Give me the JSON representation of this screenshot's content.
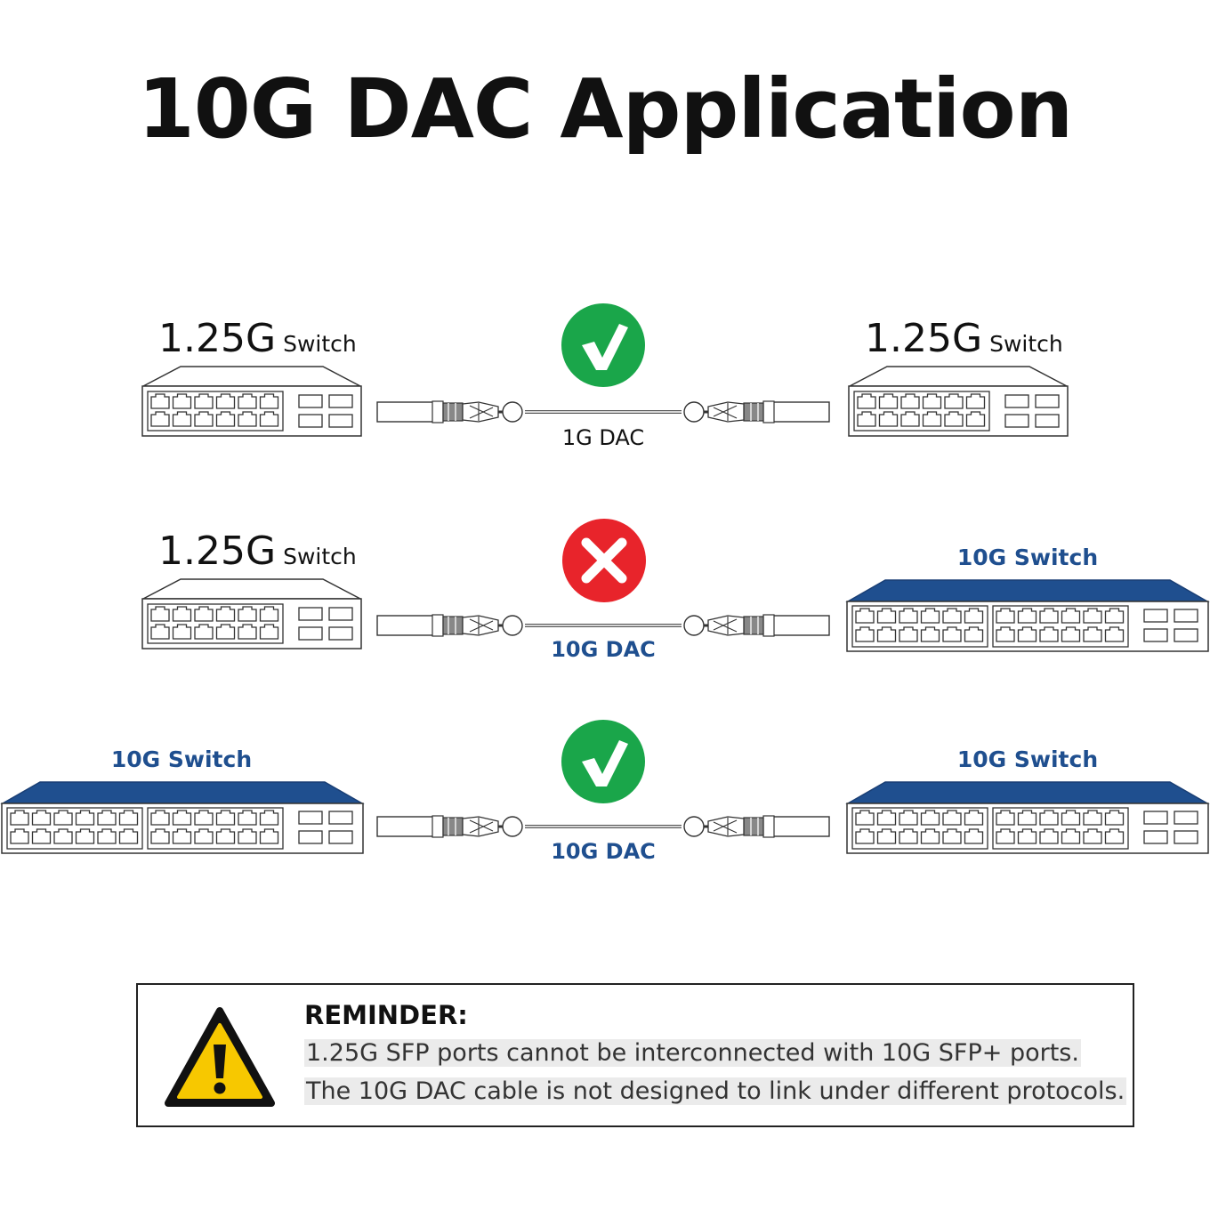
{
  "title": "10G DAC Application",
  "colors": {
    "blue": "#1f4f8f",
    "green": "#1aa64a",
    "red": "#e8242b",
    "warning": "#f7c800"
  },
  "rows": [
    {
      "left": {
        "speed": "1.25G",
        "word": "Switch",
        "kind": "small"
      },
      "right": {
        "speed": "1.25G",
        "word": "Switch",
        "kind": "small"
      },
      "status": "ok",
      "status_icon": "check-icon",
      "cable": "1G DAC"
    },
    {
      "left": {
        "speed": "1.25G",
        "word": "Switch",
        "kind": "small"
      },
      "right": {
        "label": "10G Switch",
        "kind": "large"
      },
      "status": "fail",
      "status_icon": "cross-icon",
      "cable": "10G DAC"
    },
    {
      "left": {
        "label": "10G Switch",
        "kind": "large"
      },
      "right": {
        "label": "10G Switch",
        "kind": "large"
      },
      "status": "ok",
      "status_icon": "check-icon",
      "cable": "10G DAC"
    }
  ],
  "reminder": {
    "icon": "warning-icon",
    "heading": "REMINDER:",
    "line1": "1.25G SFP ports cannot be interconnected with 10G SFP+ ports.",
    "line2": "The 10G DAC cable is not designed to link under different protocols."
  }
}
